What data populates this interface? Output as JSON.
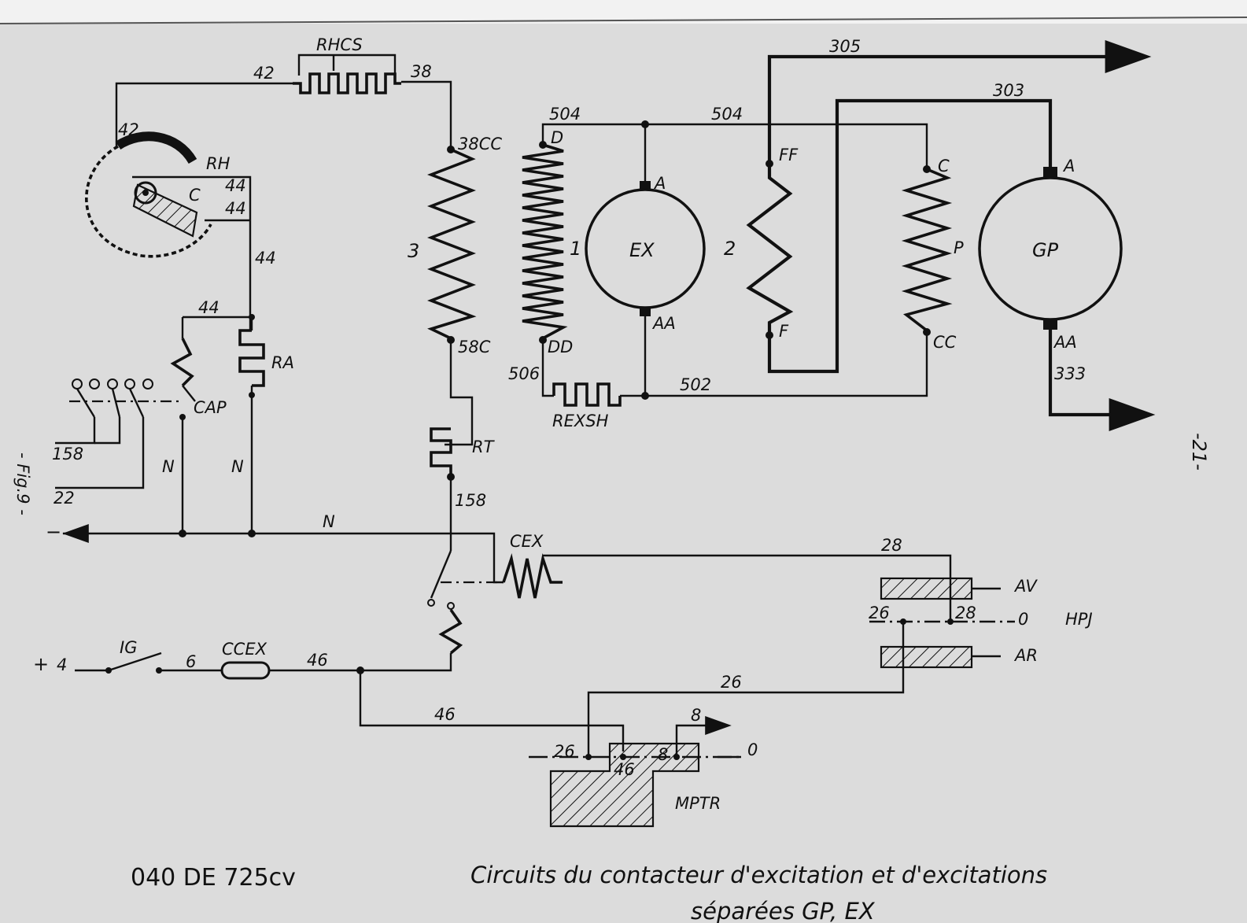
{
  "page": {
    "number": "-21-",
    "figure": "- Fig.9 -"
  },
  "caption": {
    "locomotive": "040 DE 725cv",
    "title_line1": "Circuits du contacteur d'excitation et d'excitations",
    "title_line2": "séparées GP, EX"
  },
  "components": {
    "rhcs": "RHCS",
    "rh": "RH",
    "rh_c": "C",
    "ra": "RA",
    "cap": "CAP",
    "rt": "RT",
    "cex": "CEX",
    "ccex": "CCEX",
    "ig": "IG",
    "rexsh": "REXSH",
    "mptr": "MPTR",
    "hpj": "HPJ",
    "ex": "EX",
    "gp": "GP",
    "field3": "3",
    "field1": "1",
    "field2": "2"
  },
  "terminals": {
    "ex_a": "A",
    "ex_aa": "AA",
    "gp_a": "A",
    "gp_aa": "AA",
    "d": "D",
    "dd": "DD",
    "ff": "FF",
    "f": "F",
    "c": "C",
    "p": "P",
    "cc": "CC",
    "c38cc": "38CC",
    "c58c": "58C",
    "hpj_av": "AV",
    "hpj_0": "0",
    "hpj_ar": "AR",
    "mptr_0": "0",
    "plus": "+",
    "minus": "−",
    "n1": "N",
    "n2": "N",
    "n3": "N"
  },
  "wires": {
    "w42a": "42",
    "w42b": "42",
    "w38": "38",
    "w44a": "44",
    "w44b": "44",
    "w44c": "44",
    "w44d": "44",
    "w504a": "504",
    "w504b": "504",
    "w305": "305",
    "w303": "303",
    "w506": "506",
    "w502": "502",
    "w333": "333",
    "w158a": "158",
    "w158b": "158",
    "w22": "22",
    "w28a": "28",
    "w28b": "28",
    "w26a": "26",
    "w26b": "26",
    "w26c": "26",
    "w4": "4",
    "w6": "6",
    "w46a": "46",
    "w46b": "46",
    "w46c": "46",
    "w8a": "8",
    "w8b": "8"
  }
}
